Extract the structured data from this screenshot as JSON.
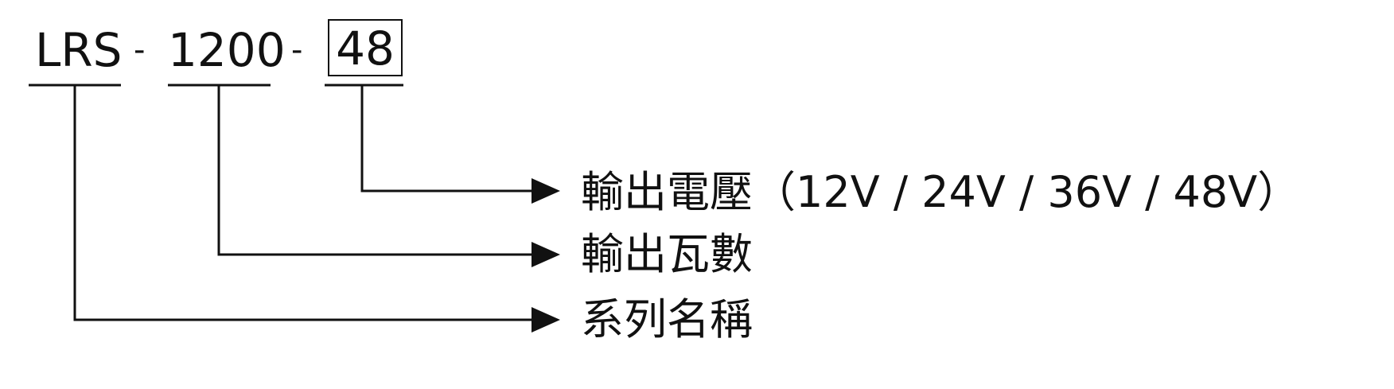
{
  "model_code": {
    "series": "LRS",
    "separator": "-",
    "wattage": "1200",
    "voltage": "48"
  },
  "labels": {
    "voltage": "輸出電壓（12V / 24V / 36V / 48V）",
    "wattage": "輸出瓦數",
    "series": "系列名稱"
  }
}
